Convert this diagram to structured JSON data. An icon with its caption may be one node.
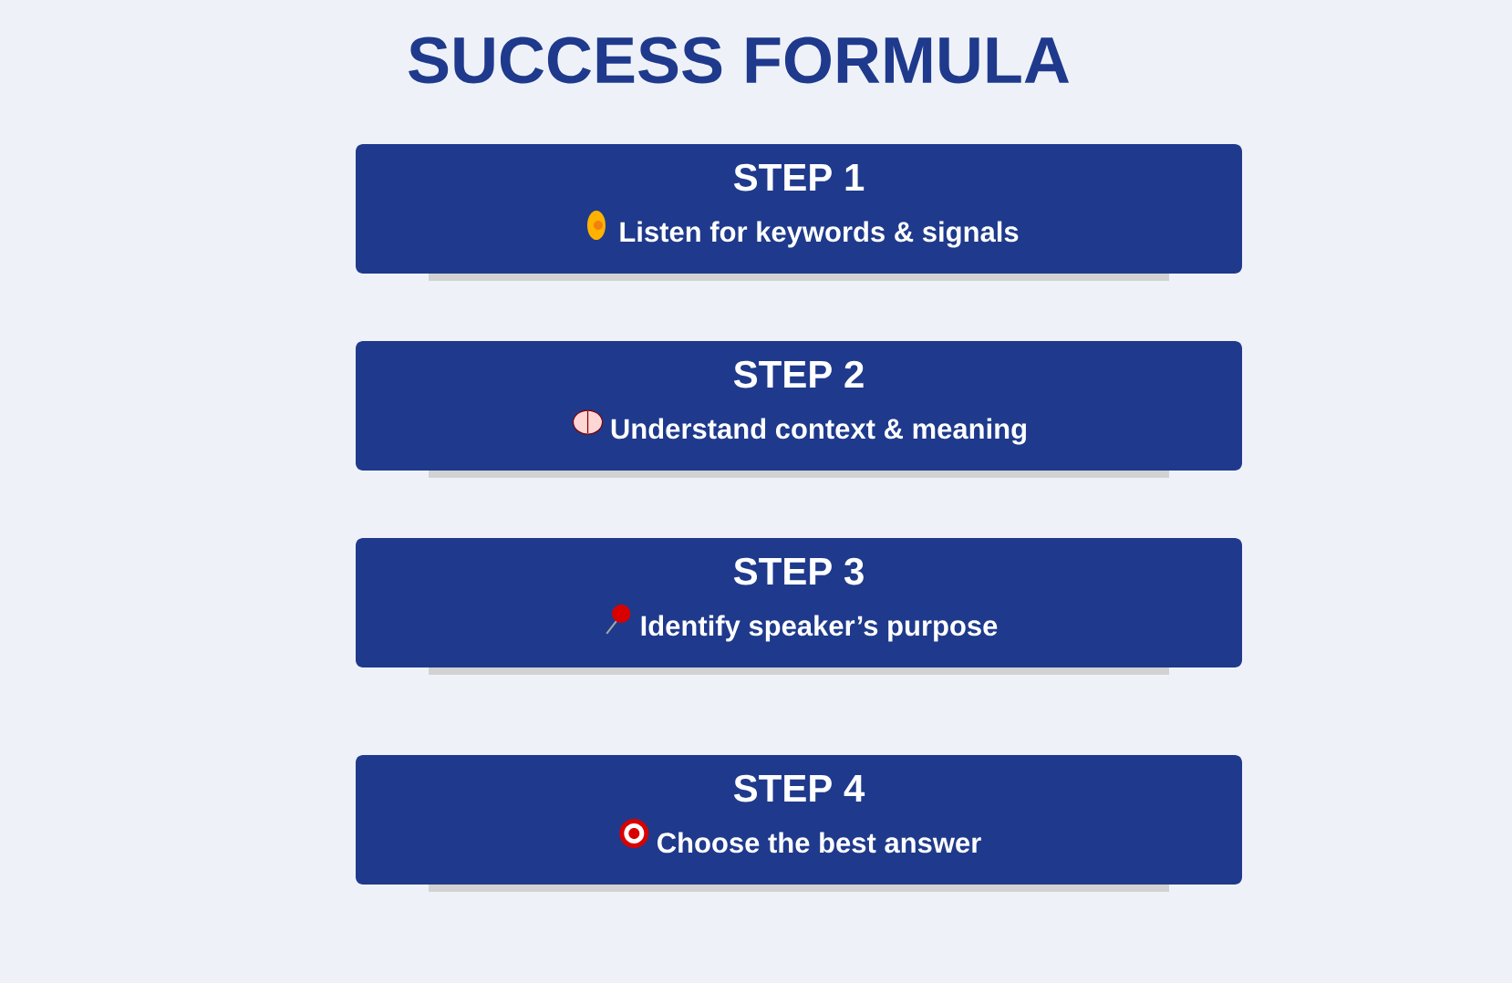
{
  "diagram": {
    "title": "SUCCESS FORMULA",
    "nodes": [
      {
        "text": [
          "STEP 1",
          "Listen for keywords & signals"
        ]
      },
      {
        "text": [
          "STEP 2",
          "Understand context & meaning"
        ]
      },
      {
        "text": [
          "STEP 3",
          "Identify speaker’s purpose"
        ]
      },
      {
        "text": [
          "STEP 4",
          "Choose the best answer"
        ]
      }
    ]
  }
}
